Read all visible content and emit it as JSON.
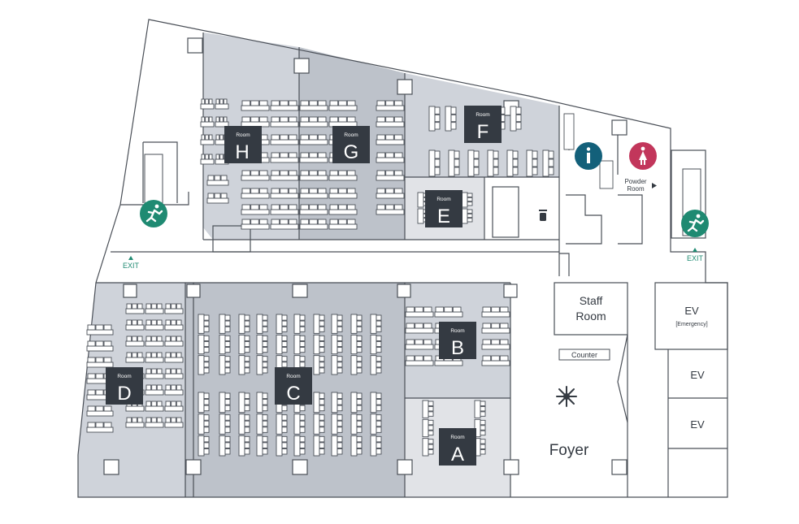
{
  "rooms": [
    {
      "id": "H",
      "small": "Room",
      "letter": "H",
      "color": "#cfd3da"
    },
    {
      "id": "G",
      "small": "Room",
      "letter": "G",
      "color": "#bdc2ca"
    },
    {
      "id": "F",
      "small": "Room",
      "letter": "F",
      "color": "#cfd3da"
    },
    {
      "id": "E",
      "small": "Room",
      "letter": "E",
      "color": "#e1e3e7"
    },
    {
      "id": "D",
      "small": "Room",
      "letter": "D",
      "color": "#cfd3da"
    },
    {
      "id": "C",
      "small": "Room",
      "letter": "C",
      "color": "#bdc2ca"
    },
    {
      "id": "B",
      "small": "Room",
      "letter": "B",
      "color": "#cfd3da"
    },
    {
      "id": "A",
      "small": "Room",
      "letter": "A",
      "color": "#e1e3e7"
    }
  ],
  "labels": {
    "staff_room_line1": "Staff",
    "staff_room_line2": "Room",
    "counter": "Counter",
    "foyer": "Foyer",
    "ev_emergency": "EV",
    "ev_emergency_sub": "[Emergency]",
    "ev1": "EV",
    "ev2": "EV",
    "powder_line1": "Powder",
    "powder_line2": "Room",
    "exit_left": "EXIT",
    "exit_right": "EXIT"
  },
  "colors": {
    "wall": "#4a4f57",
    "label_box": "#343a42",
    "exit_green": "#1f8a72",
    "info_teal": "#13607a",
    "restroom_pink": "#c2365b"
  },
  "icons": {
    "exit_left": "emergency-exit-icon",
    "exit_right": "emergency-exit-icon",
    "info": "information-icon",
    "restroom": "restroom-icon",
    "decoration": "snowflake-ornament-icon"
  }
}
